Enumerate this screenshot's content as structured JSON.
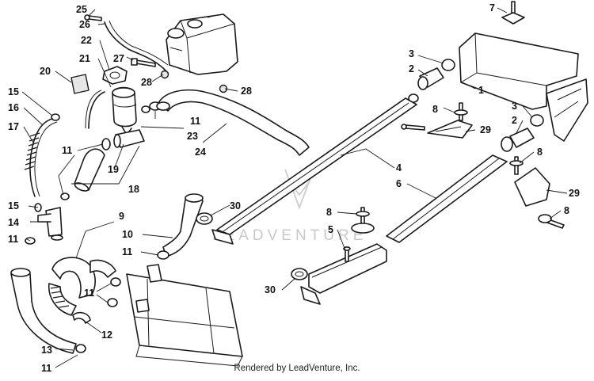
{
  "callouts": [
    "1",
    "2",
    "3",
    "4",
    "5",
    "6",
    "7",
    "8",
    "9",
    "10",
    "11",
    "12",
    "13",
    "14",
    "15",
    "16",
    "17",
    "18",
    "19",
    "20",
    "21",
    "22",
    "23",
    "24",
    "25",
    "26",
    "27",
    "28",
    "29",
    "30"
  ],
  "watermark_text": "LEADVENTURE",
  "footer_text": "Rendered by LeadVenture, Inc."
}
